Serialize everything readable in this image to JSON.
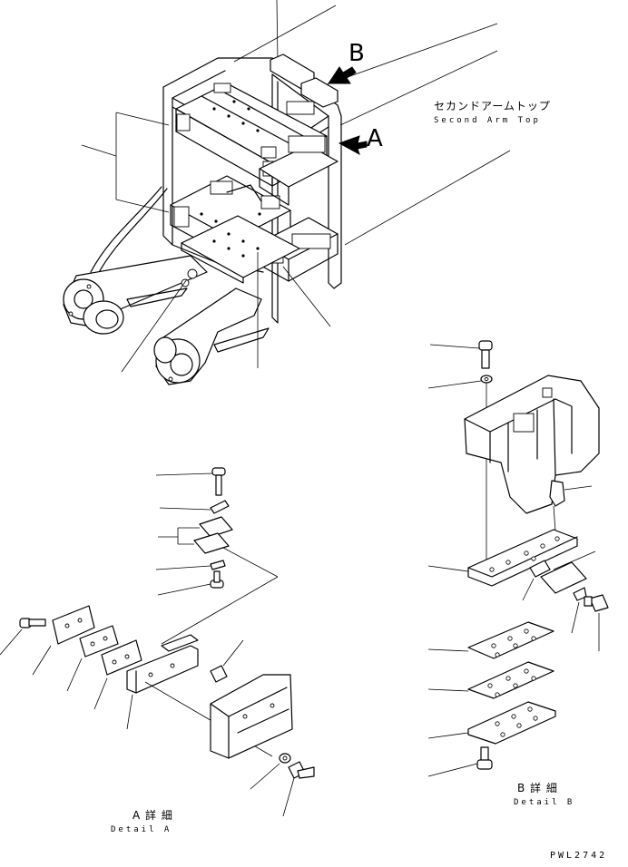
{
  "labels": {
    "second_arm_top_jp": "セカンドアームトップ",
    "second_arm_top_en": "Second Arm Top",
    "view_a": "A",
    "view_b": "B",
    "detail_a_jp": "A 詳 細",
    "detail_a_en": "Detail A",
    "detail_b_jp": "B 詳 細",
    "detail_b_en": "Detail B",
    "drawing_code": "PWL2742"
  },
  "icons": [
    "arrow-a-icon",
    "arrow-b-icon"
  ],
  "colors": {
    "line": "#000000",
    "background": "#ffffff"
  }
}
